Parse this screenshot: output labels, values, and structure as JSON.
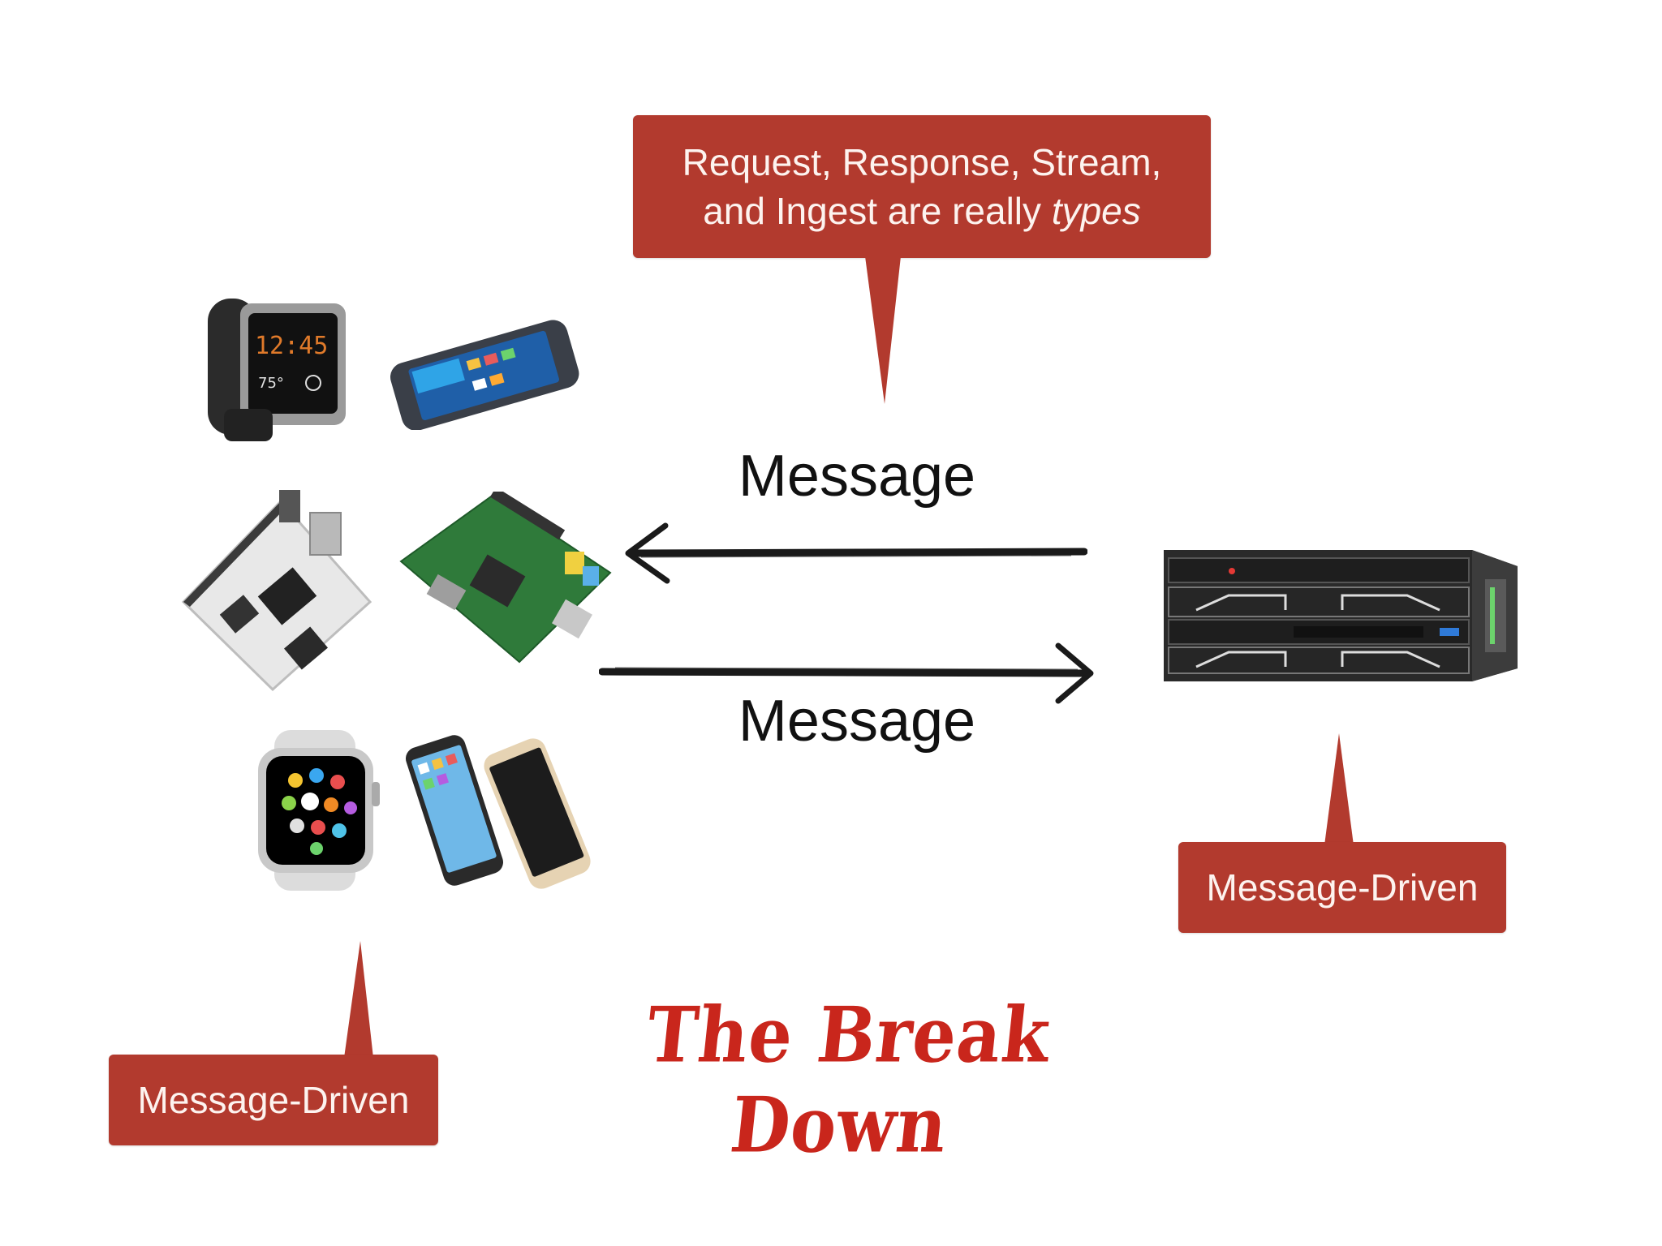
{
  "callouts": {
    "types_line1": "Request, Response, Stream,",
    "types_line2_prefix": "and Ingest are really ",
    "types_line2_emph": "types",
    "devices": "Message-Driven",
    "server": "Message-Driven"
  },
  "arrows": {
    "top_label": "Message",
    "bottom_label": "Message"
  },
  "title": "The Break Down",
  "watch_face": {
    "time": "12:45",
    "temp": "75°"
  },
  "colors": {
    "callout": "#b23a2e",
    "title": "#c9261c",
    "arrow": "#1a1a1a"
  }
}
